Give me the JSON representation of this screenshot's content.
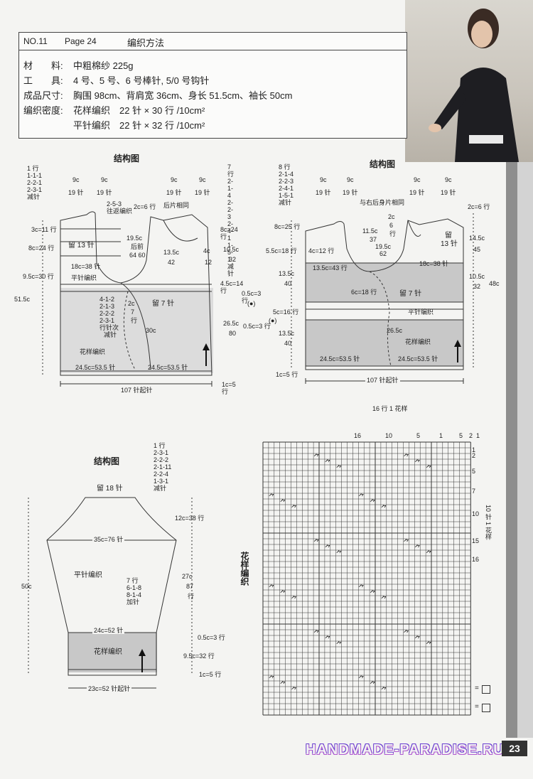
{
  "header": {
    "number": "NO.11",
    "page": "Page 24",
    "title": "编织方法"
  },
  "specs": {
    "materials_label": "材　　料:",
    "materials": "中粗棉纱 225g",
    "tools_label": "工　　具:",
    "tools": "4 号、5 号、6 号棒针, 5/0 号钩针",
    "size_label": "成品尺寸:",
    "size": "胸围 98cm、背肩宽 36cm、身长 51.5cm、袖长 50cm",
    "gauge_label": "编织密度:",
    "gauge1": "花样编织　22 针 × 30 行 /10cm²",
    "gauge2": "平针编织　22 针 × 32 行 /10cm²"
  },
  "front": {
    "title": "结构图",
    "neck_shape": [
      "1 行",
      "1-1-1",
      "2-2-1",
      "2-3-1",
      "减针"
    ],
    "shoulder_left": {
      "cm": "9c",
      "st": "19 针"
    },
    "shoulder_right": {
      "cm": "9c",
      "st": "19 针"
    },
    "shoulder_left2": {
      "cm": "9c",
      "st": "19 针"
    },
    "shoulder_right2": {
      "cm": "9c",
      "st": "19 针"
    },
    "rows_right": [
      "7 行",
      "2-1-4",
      "2-2-3",
      "2-4-1",
      "1-5-1",
      "减针"
    ],
    "neck_ret": [
      "2-5-3",
      "往返编织"
    ],
    "back_same": "后片相同",
    "c2_6": "2c=6 行",
    "c3_11": "3c=11 行",
    "c8_24": "8c=24 行",
    "c9_30": "9.5c=30 行",
    "c51": "51.5c",
    "keep13": "留 13 针",
    "neck_depth": "19.5c",
    "front_back": "后前",
    "r6460": "64 60",
    "c13": "13.5c",
    "c42": "42",
    "c4": "4c",
    "c12": "12",
    "c8r": "8c=24 行",
    "c105": "10.5c",
    "c32": "32",
    "c45_14": "4.5c=14 行",
    "c05_3": "0.5c=3 行",
    "dot": "(●)",
    "c18_38": "18c=38 针",
    "plain": "平针编织",
    "dec_rows": [
      "4-1-2",
      "2-1-3",
      "2-2-2",
      "2-3-1"
    ],
    "dec_label": "行针次",
    "dec_label2": "减针",
    "c2c": "2c",
    "c7": "7",
    "hang": "行",
    "keep7": "留 7 针",
    "c30": "30c",
    "pattern": "花样编织",
    "c265": "26.5c",
    "c80": "80",
    "c1_5": "1c=5 行",
    "hem_left": "24.5c=53.5 针",
    "hem_right": "24.5c=53.5 针",
    "cast_on": "107 针起针"
  },
  "back": {
    "title": "结构图",
    "rows_left": [
      "8 行",
      "2-1-4",
      "2-2-3",
      "2-4-1",
      "1-5-1",
      "减针"
    ],
    "same": "与右后身片相同",
    "c2": "2c",
    "c6": "6",
    "hang": "行",
    "c2_6": "2c=6 行",
    "c8_25": "8c=25 行",
    "c115": "11.5c",
    "c37": "37",
    "c195": "19.5c",
    "c62": "62",
    "keep13": "留",
    "keep13b": "13 针",
    "c145": "14.5c",
    "c45": "45",
    "c55_18": "5.5c=18 行",
    "c4_12": "4c=12 行",
    "c135": "13.5c=43 行",
    "c18_38": "18c=38 针",
    "c105": "10.5c",
    "c32": "32",
    "c48": "48c",
    "c135b": "13.5c",
    "c40": "40",
    "c6_18": "6c=18 行",
    "keep7": "留 7 针",
    "c5_16": "5c=16 行",
    "plain": "平针编织",
    "c05_3": "0.5c=3 行",
    "dot": "(●)",
    "c135c": "13.5c",
    "c40b": "40",
    "c265": "26.5c",
    "pattern": "花样编织",
    "c1_5": "1c=5 行",
    "hem_left": "24.5c=53.5 针",
    "hem_right": "24.5c=53.5 针",
    "cast_on": "107 针起针"
  },
  "sleeve": {
    "title": "结构图",
    "cap_rows": [
      "1 行",
      "2-3-1",
      "2-2-2",
      "2-1-11",
      "2-2-4",
      "1-3-1",
      "减针"
    ],
    "keep18": "留 18 针",
    "c12_38": "12c=38 行",
    "c35_76": "35c=76 针",
    "plain": "平针编织",
    "c50": "50c",
    "inc_rows": [
      "7 行",
      "6-1-8",
      "8-1-4",
      "加针"
    ],
    "c27": "27c",
    "c87": "87",
    "hang": "行",
    "c24_52": "24c=52 针",
    "c05_3": "0.5c=3 行",
    "pattern": "花样编织",
    "c95_32": "9.5c=32 行",
    "c1_5": "1c=5 行",
    "cast_on": "23c=52 针起针"
  },
  "chart": {
    "title": "花样编织",
    "top_label": "16 行 1 花样",
    "col_nums": [
      "16",
      "10",
      "5",
      "1",
      "5",
      "2",
      "1"
    ],
    "row_nums": [
      "1",
      "2",
      "5",
      "7",
      "10",
      "15",
      "16"
    ],
    "side_label": "10 针 1 花样",
    "legend1": "=",
    "legend2": "="
  },
  "footer": {
    "watermark": "HANDMADE-PARADISE.RU",
    "page_number": "23"
  }
}
